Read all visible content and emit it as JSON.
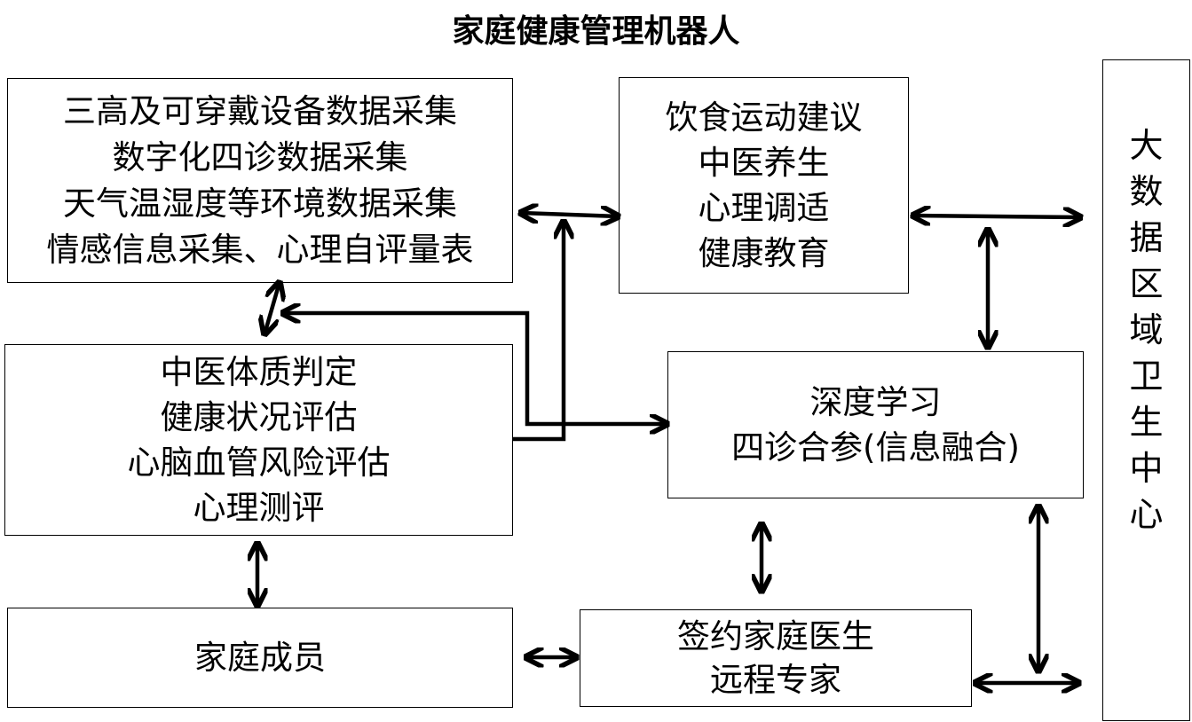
{
  "title": "家庭健康管理机器人",
  "boxes": {
    "data_collection": [
      "三高及可穿戴设备数据采集",
      "数字化四诊数据采集",
      "天气温湿度等环境数据采集",
      "情感信息采集、心理自评量表"
    ],
    "advice": [
      "饮食运动建议",
      "中医养生",
      "心理调适",
      "健康教育"
    ],
    "assessment": [
      "中医体质判定",
      "健康状况评估",
      "心脑血管风险评估",
      "心理测评"
    ],
    "deep_learning": [
      "深度学习",
      "四诊合参(信息融合)"
    ],
    "family": [
      "家庭成员"
    ],
    "doctor": [
      "签约家庭医生",
      "远程专家"
    ],
    "bigdata": [
      "大",
      "数",
      "据",
      "区",
      "域",
      "卫",
      "生",
      "中",
      "心"
    ]
  }
}
